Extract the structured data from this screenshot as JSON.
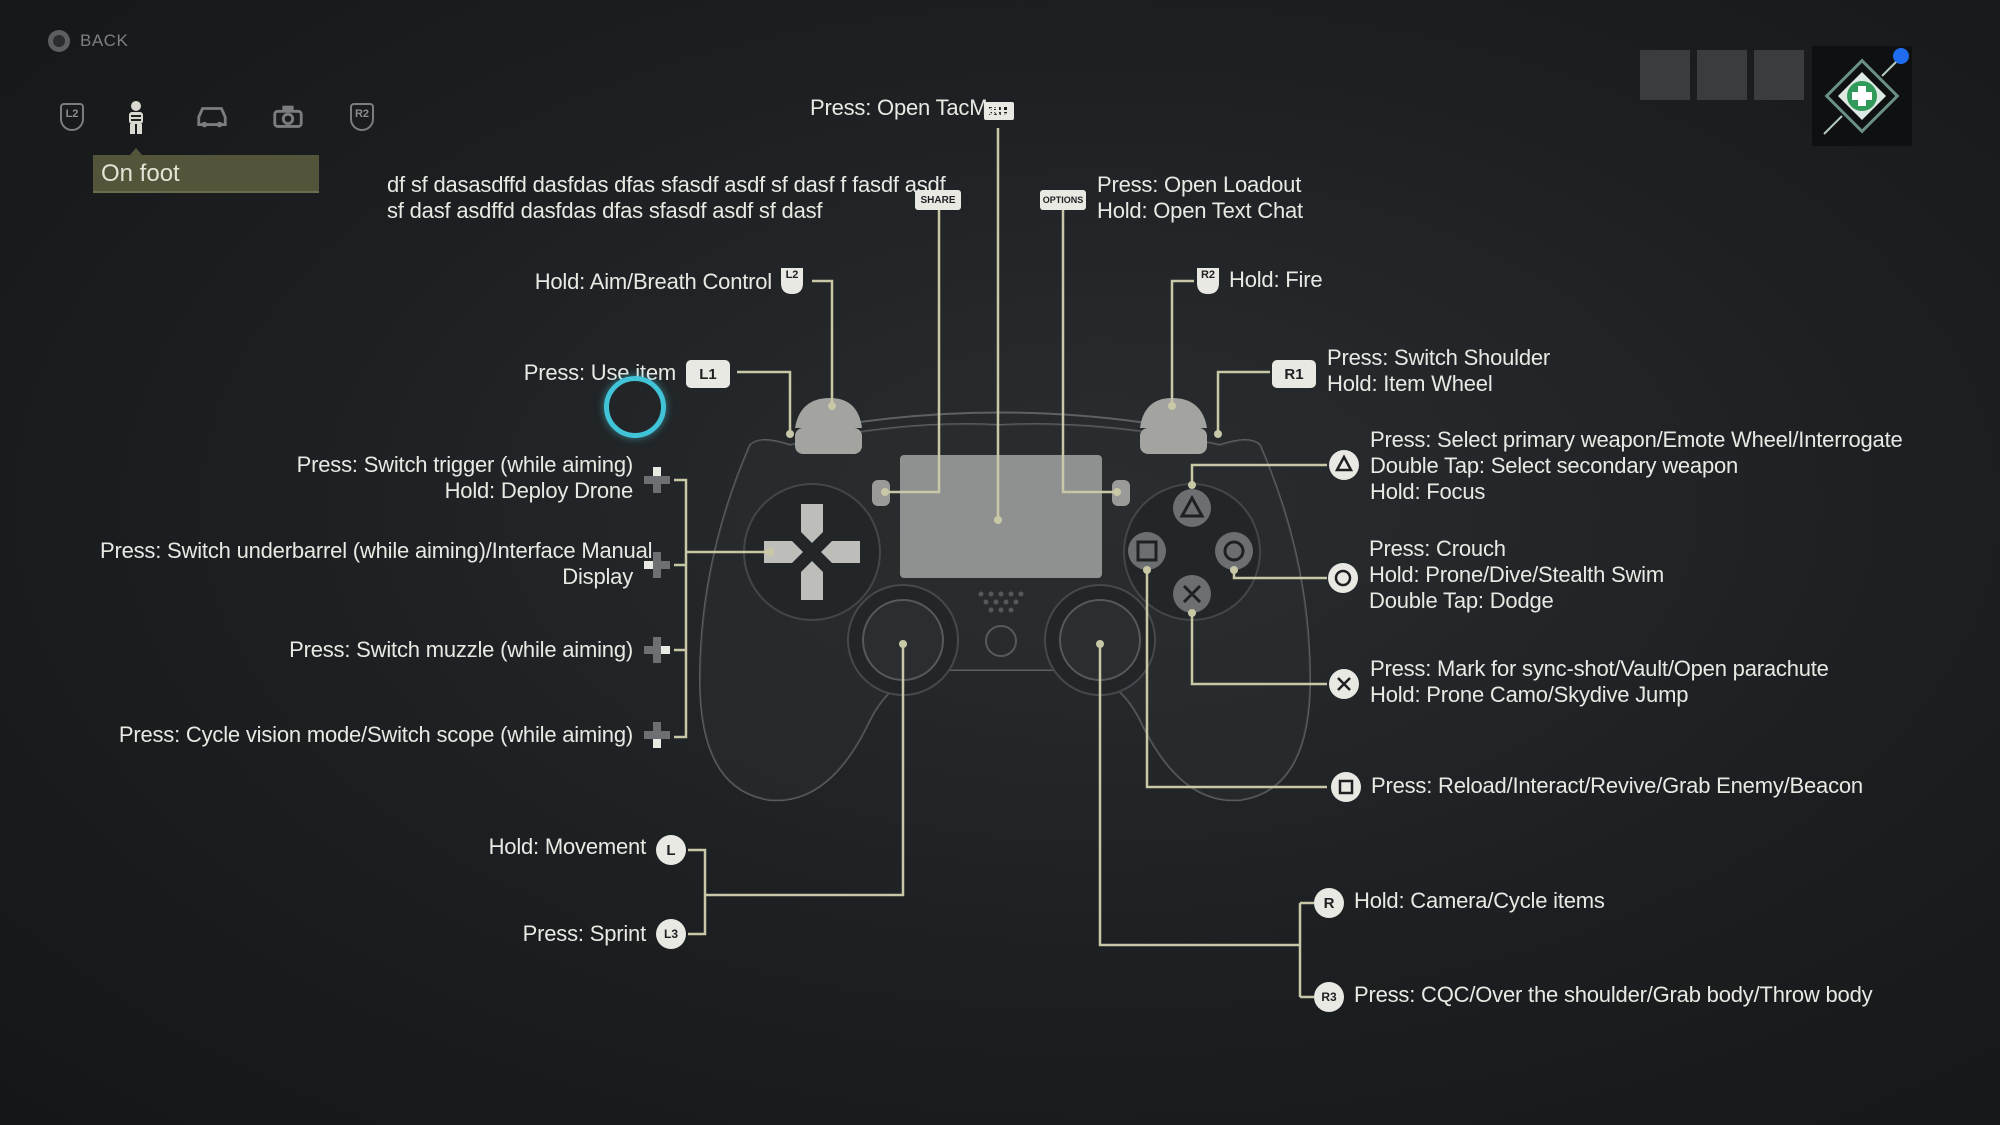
{
  "header": {
    "back_label": "BACK",
    "tabs": [
      {
        "id": "l2",
        "label": "L2"
      },
      {
        "id": "on-foot",
        "label": "On foot",
        "icon": "soldier-icon"
      },
      {
        "id": "vehicle",
        "icon": "car-icon"
      },
      {
        "id": "drone",
        "icon": "drone-icon"
      },
      {
        "id": "r2",
        "label": "R2"
      }
    ],
    "active_tab_label": "On foot"
  },
  "hud": {
    "placeholder_slots": 3,
    "item_icon": "medkit-icon",
    "notification_dot_color": "#1f6cf0"
  },
  "buttons": {
    "share": "SHARE",
    "options": "OPTIONS",
    "l2": "L2",
    "r2": "R2",
    "l1": "L1",
    "r1": "R1",
    "l": "L",
    "l3": "L3",
    "r": "R",
    "r3": "R3"
  },
  "labels": {
    "tacmap": "Press: Open TacMap",
    "share_line1": "df sf  dasasdffd dasfdas dfas sfasdf asdf sf  dasf f fasdf asdf",
    "share_line2": "sf  dasf asdffd dasfdas dfas sfasdf asdf sf  dasf",
    "options_line1": "Press: Open Loadout",
    "options_line2": "Hold: Open Text Chat",
    "l2": "Hold: Aim/Breath Control",
    "r2": "Hold: Fire",
    "l1": "Press: Use item",
    "r1_line1": "Press: Switch Shoulder",
    "r1_line2": "Hold: Item Wheel",
    "dpad_up_line1": "Press: Switch trigger (while aiming)",
    "dpad_up_line2": "Hold: Deploy Drone",
    "dpad_left_line1": "Press: Switch underbarrel (while aiming)/Interface Manual",
    "dpad_left_line2": "Display",
    "dpad_right": "Press: Switch muzzle (while aiming)",
    "dpad_down": "Press: Cycle vision mode/Switch scope (while aiming)",
    "triangle_line1": "Press: Select primary weapon/Emote Wheel/Interrogate",
    "triangle_line2": "Double Tap: Select secondary weapon",
    "triangle_line3": "Hold: Focus",
    "circle_line1": "Press: Crouch",
    "circle_line2": "Hold: Prone/Dive/Stealth Swim",
    "circle_line3": "Double Tap: Dodge",
    "cross_line1": "Press: Mark for sync-shot/Vault/Open parachute",
    "cross_line2": "Hold: Prone Camo/Skydive Jump",
    "square": "Press: Reload/Interact/Revive/Grab Enemy/Beacon",
    "l_stick": "Hold: Movement",
    "l3": "Press: Sprint",
    "r_stick": "Hold: Camera/Cycle items",
    "r3": "Press: CQC/Over the shoulder/Grab body/Throw body"
  },
  "colors": {
    "line": "#c8c8a6",
    "label": "#e9e9e4",
    "active_tab": "#54543a",
    "cursor_ring": "#42c4d8"
  }
}
